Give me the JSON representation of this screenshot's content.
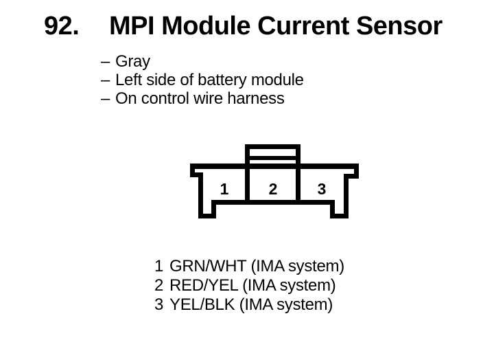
{
  "document": {
    "item_number": "92.",
    "title": "MPI Module Current Sensor",
    "bullets": [
      {
        "marker": "–",
        "text": "Gray"
      },
      {
        "marker": "–",
        "text": "Left side of battery module"
      },
      {
        "marker": "–",
        "text": "On control wire harness"
      }
    ]
  },
  "connector": {
    "description": "3-pin connector, front view, locking tab on top",
    "pins": [
      {
        "number": "1"
      },
      {
        "number": "2"
      },
      {
        "number": "3"
      }
    ]
  },
  "pin_legend": [
    {
      "pin": "1",
      "label": "GRN/WHT (IMA system)"
    },
    {
      "pin": "2",
      "label": "RED/YEL (IMA system)"
    },
    {
      "pin": "3",
      "label": "YEL/BLK (IMA system)"
    }
  ],
  "colors": {
    "ink": "#000000",
    "background": "#ffffff"
  }
}
